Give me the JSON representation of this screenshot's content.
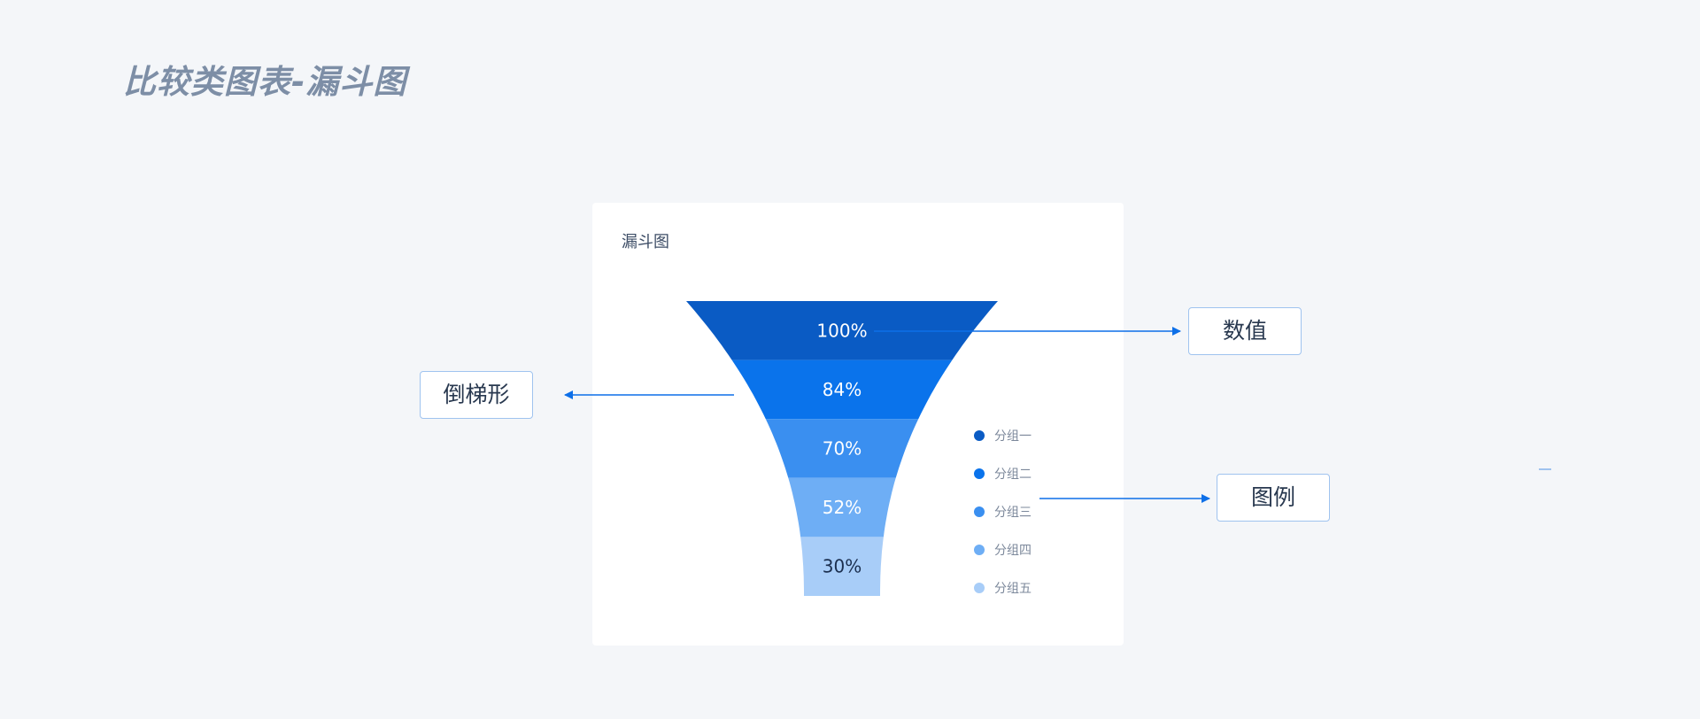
{
  "page": {
    "heading": "比较类图表-漏斗图"
  },
  "card": {
    "title": "漏斗图"
  },
  "callouts": {
    "value": "数值",
    "shape": "倒梯形",
    "legend": "图例"
  },
  "colors": {
    "background": "#f4f6f9",
    "card": "#ffffff",
    "accent": "#0d6fe8",
    "heading": "#7d8ea6"
  },
  "chart_data": {
    "type": "funnel",
    "title": "漏斗图",
    "categories": [
      "分组一",
      "分组二",
      "分组三",
      "分组四",
      "分组五"
    ],
    "values": [
      100,
      84,
      70,
      52,
      30
    ],
    "value_labels": [
      "100%",
      "84%",
      "70%",
      "52%",
      "30%"
    ],
    "colors": [
      "#0a5bc4",
      "#0a73eb",
      "#3a8ff0",
      "#6eaef5",
      "#a8cdf8"
    ],
    "label_colors": [
      "#ffffff",
      "#ffffff",
      "#ffffff",
      "#ffffff",
      "#1b2f4f"
    ],
    "legend_position": "right"
  }
}
